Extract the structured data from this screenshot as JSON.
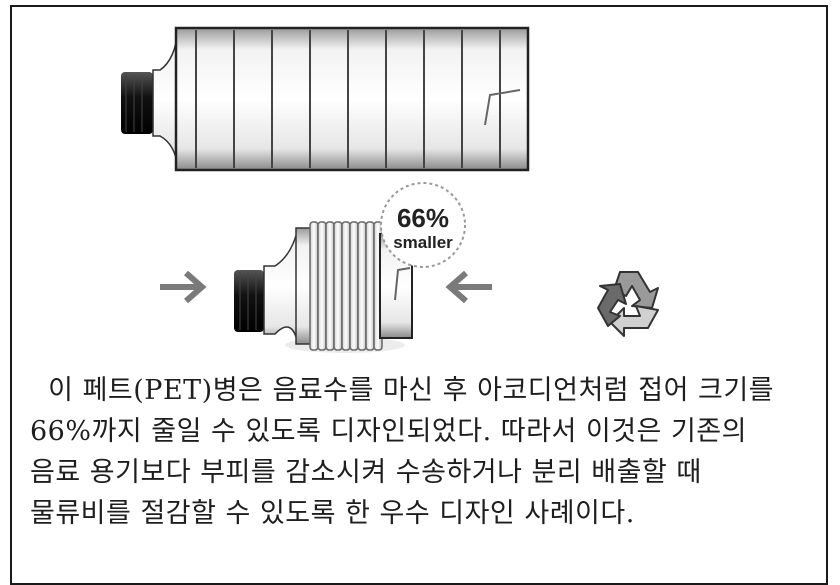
{
  "figure": {
    "badge": {
      "value": "66%",
      "label": "smaller"
    },
    "icons": {
      "left_arrow": "right-arrow-icon",
      "right_arrow": "left-arrow-icon",
      "recycle": "recycle-icon"
    }
  },
  "caption": {
    "lines": [
      "  이 페트(PET)병은 음료수를 마신 후 아코디언처럼 접어 크기를",
      "66%까지 줄일 수 있도록 디자인되었다. 따라서 이것은 기존의",
      "음료 용기보다 부피를 감소시켜 수송하거나 분리 배출할 때",
      "물류비를 절감할 수 있도록 한 우수 디자인 사례이다."
    ]
  }
}
